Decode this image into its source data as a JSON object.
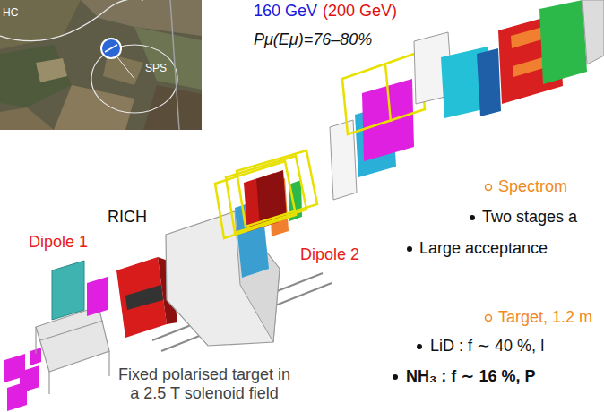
{
  "diagram": {
    "labels": [
      "HC",
      "SPS",
      "160 GeV",
      "(200 GeV)",
      "Pμ(Eμ)=76–80%",
      "Spectrom",
      "Two stages a",
      "Large acceptance",
      "RICH",
      "Dipole 1",
      "Dipole 2",
      "Target, 1.2 m",
      "LiD : f ∼ 40 %, l",
      "NH₃ : f ∼ 16 %, P",
      "Fixed polarised target in a 2.5 T solenoid field"
    ]
  }
}
